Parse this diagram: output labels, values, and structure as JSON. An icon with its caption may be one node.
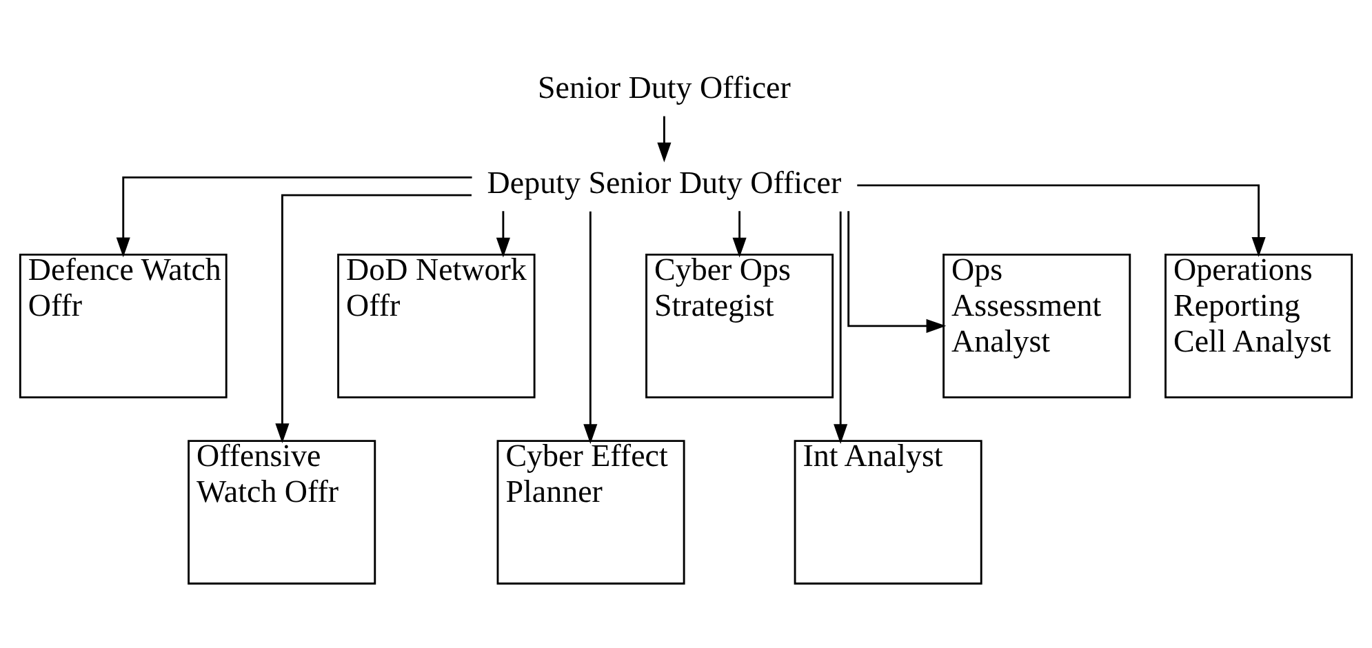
{
  "diagram": {
    "nodes": [
      {
        "text": [
          "Senior Duty Officer"
        ]
      },
      {
        "text": [
          "Deputy Senior Duty Officer"
        ]
      },
      {
        "text": [
          "Defence Watch Offr"
        ]
      },
      {
        "text": [
          "Offensive Watch Offr"
        ]
      },
      {
        "text": [
          "DoD Network Offr"
        ]
      },
      {
        "text": [
          "Cyber Effect Planner"
        ]
      },
      {
        "text": [
          "Cyber Ops Strategist"
        ]
      },
      {
        "text": [
          "Int Analyst"
        ]
      },
      {
        "text": [
          "Ops Assessment Analyst"
        ]
      },
      {
        "text": [
          "Operations Reporting Cell Analyst"
        ]
      }
    ],
    "edges": [
      {
        "from": 0,
        "to": 1,
        "arrow": "to"
      },
      {
        "from": 1,
        "to": 2,
        "arrow": "to"
      },
      {
        "from": 1,
        "to": 3,
        "arrow": "to"
      },
      {
        "from": 1,
        "to": 4,
        "arrow": "to"
      },
      {
        "from": 1,
        "to": 5,
        "arrow": "to"
      },
      {
        "from": 1,
        "to": 6,
        "arrow": "to"
      },
      {
        "from": 1,
        "to": 7,
        "arrow": "to"
      },
      {
        "from": 1,
        "to": 8,
        "arrow": "to"
      },
      {
        "from": 1,
        "to": 9,
        "arrow": "to"
      }
    ]
  }
}
